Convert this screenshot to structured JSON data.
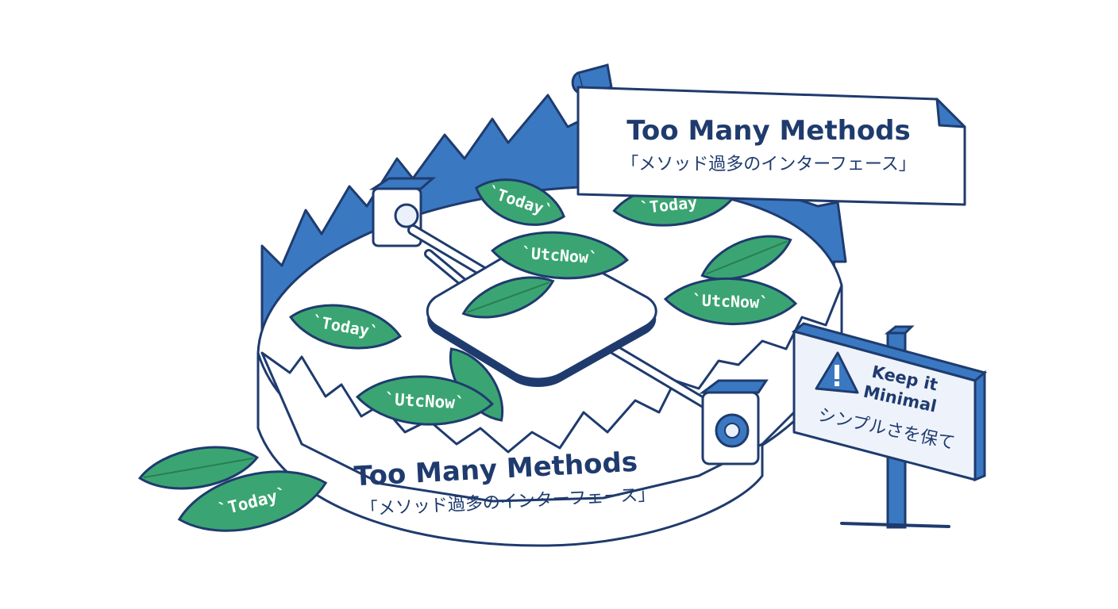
{
  "banner": {
    "title": "Too Many Methods",
    "subtitle": "「メソッド過多のインターフェース」"
  },
  "trap_label": {
    "title": "Too Many Methods",
    "subtitle": "「メソッド過多のインターフェース」"
  },
  "sign": {
    "icon": "warning-icon",
    "line1": "Keep it",
    "line2": "Minimal",
    "line3": "シンプルさを保て"
  },
  "leaves": [
    {
      "label": "`Today`"
    },
    {
      "label": "`Today`"
    },
    {
      "label": "`UtcNow`"
    },
    {
      "label": "`UtcNow`"
    },
    {
      "label": "`Today`"
    },
    {
      "label": "`UtcNow`"
    },
    {
      "label": "`Today`"
    }
  ],
  "colors": {
    "outline": "#1f3b6e",
    "trap_blue": "#3a78c2",
    "leaf_green": "#3aa572",
    "leaf_vein": "#2a7d55",
    "sign_face": "#eef3fb"
  }
}
